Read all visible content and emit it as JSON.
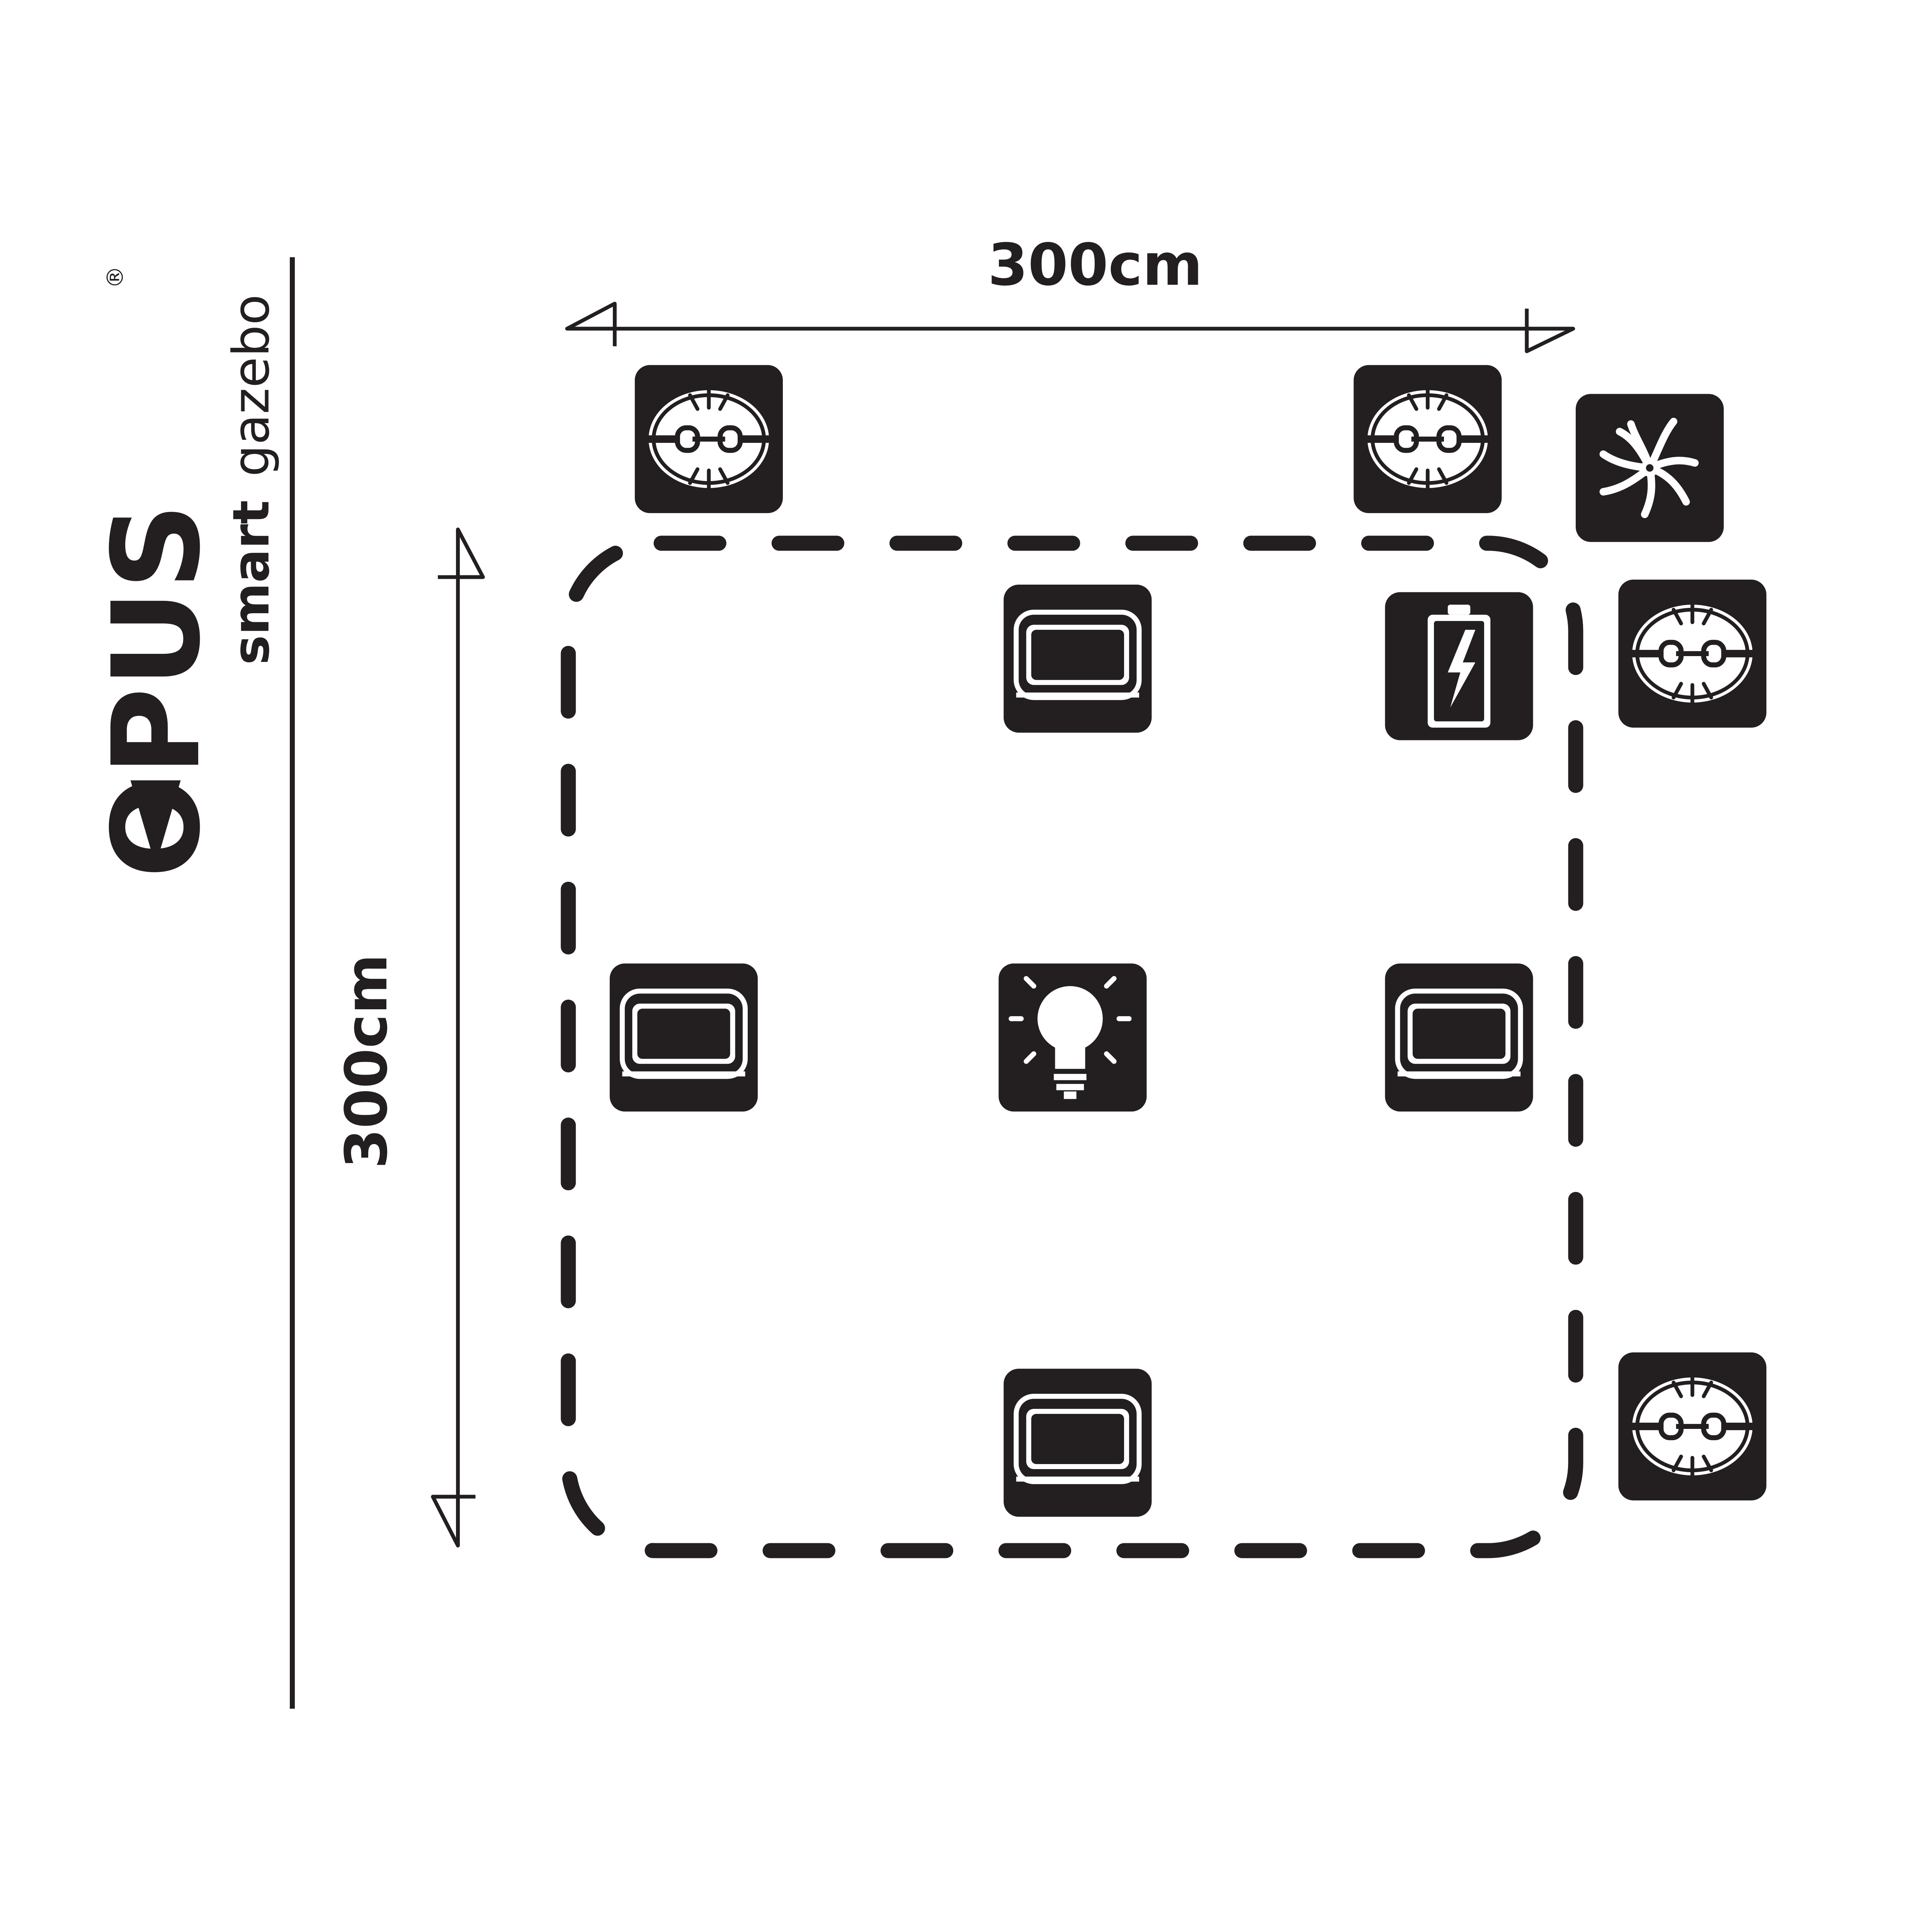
{
  "brand": {
    "logo_text": "OPUS",
    "registered_mark": "®",
    "product_bold": "smart",
    "product_light": "gazebo"
  },
  "dimensions": {
    "width_label": "300cm",
    "depth_label": "300cm"
  },
  "colors": {
    "ink": "#231f20",
    "background": "#ffffff",
    "icon_light": "#ffffff"
  },
  "icons": [
    {
      "id": "heater-top-left",
      "icon": "heater-icon"
    },
    {
      "id": "heater-top-right",
      "icon": "heater-icon"
    },
    {
      "id": "fan-top-right",
      "icon": "fan-icon"
    },
    {
      "id": "heater-right-upper",
      "icon": "heater-icon"
    },
    {
      "id": "heater-right-lower",
      "icon": "heater-icon"
    },
    {
      "id": "panel-top-center",
      "icon": "screen-panel-icon"
    },
    {
      "id": "battery",
      "icon": "battery-icon"
    },
    {
      "id": "panel-mid-left",
      "icon": "screen-panel-icon"
    },
    {
      "id": "light",
      "icon": "light-bulb-icon"
    },
    {
      "id": "panel-mid-right",
      "icon": "screen-panel-icon"
    },
    {
      "id": "panel-bottom-center",
      "icon": "screen-panel-icon"
    }
  ]
}
